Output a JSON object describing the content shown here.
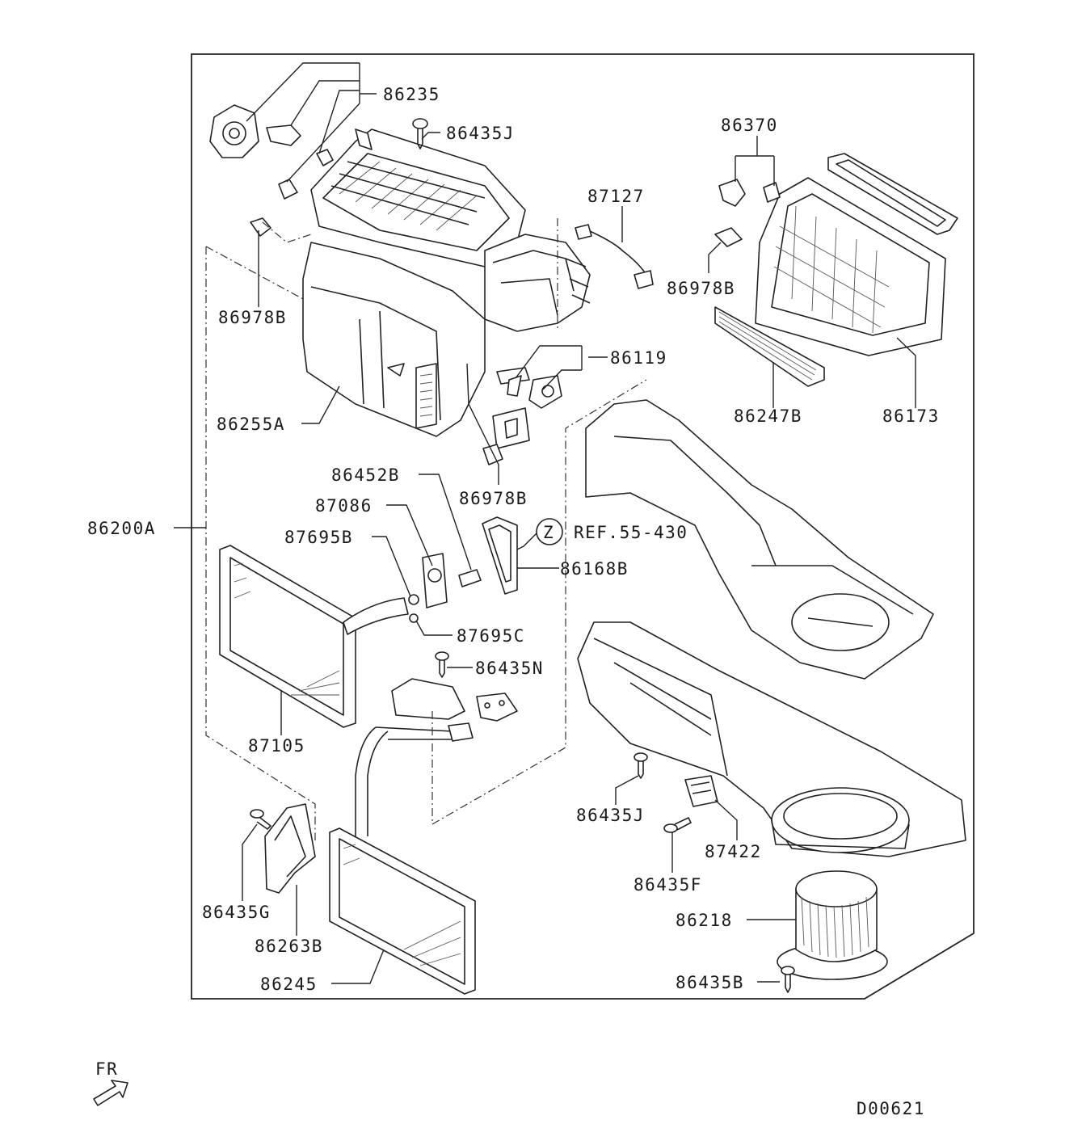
{
  "diagram": {
    "labels": {
      "p86235": "86235",
      "p86435J_top": "86435J",
      "p86370": "86370",
      "p87127": "87127",
      "p86978B_right": "86978B",
      "p86978B_left": "86978B",
      "p86119": "86119",
      "p86255A": "86255A",
      "p86247B": "86247B",
      "p86173": "86173",
      "p86978B_mid": "86978B",
      "p86452B": "86452B",
      "p87086": "87086",
      "p87695B": "87695B",
      "z_marker": "Z",
      "ref": "REF.55-430",
      "p86168B": "86168B",
      "p86200A": "86200A",
      "p87695C": "87695C",
      "p86435N": "86435N",
      "p87105": "87105",
      "p86435J_bottom": "86435J",
      "p87422": "87422",
      "p86435F": "86435F",
      "p86218": "86218",
      "p86435G": "86435G",
      "p86263B": "86263B",
      "p86245": "86245",
      "p86435B": "86435B",
      "fr": "FR",
      "diagram_code": "D00621"
    },
    "icons": {
      "front_arrow": "front-direction-arrow-icon"
    }
  }
}
